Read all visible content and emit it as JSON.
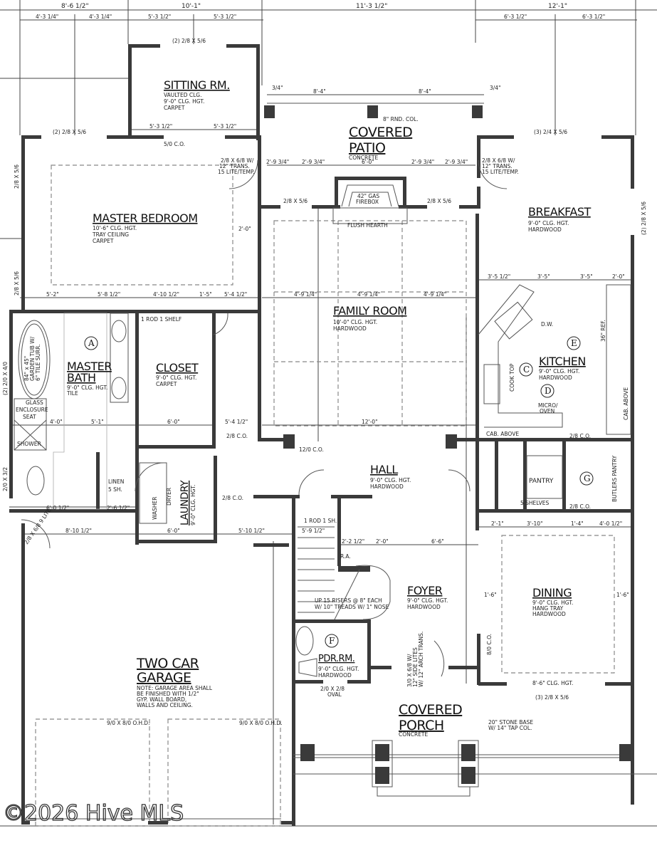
{
  "rooms": {
    "sitting": {
      "name": "SITTING RM.",
      "lines": [
        "VAULTED CLG.",
        "9'-0\" CLG. HGT.",
        "CARPET"
      ]
    },
    "patio": {
      "name1": "COVERED",
      "name2": "PATIO",
      "lines": [
        "CONCRETE"
      ]
    },
    "master_bedroom": {
      "name": "MASTER BEDROOM",
      "lines": [
        "10'-6\" CLG. HGT.",
        "TRAY CEILING",
        "CARPET"
      ]
    },
    "breakfast": {
      "name": "BREAKFAST",
      "lines": [
        "9'-0\" CLG. HGT.",
        "HARDWOOD"
      ]
    },
    "family_room": {
      "name": "FAMILY ROOM",
      "lines": [
        "10'-0\" CLG. HGT.",
        "HARDWOOD"
      ]
    },
    "master_bath": {
      "name1": "MASTER",
      "name2": "BATH",
      "lines": [
        "9'-0\" CLG. HGT.",
        "TILE"
      ]
    },
    "closet": {
      "name": "CLOSET",
      "lines": [
        "9'-0\" CLG. HGT.",
        "CARPET"
      ]
    },
    "kitchen": {
      "name": "KITCHEN",
      "lines": [
        "9'-0\" CLG. HGT.",
        "HARDWOOD"
      ]
    },
    "hall": {
      "name": "HALL",
      "lines": [
        "9'-0\" CLG. HGT.",
        "HARDWOOD"
      ]
    },
    "laundry": {
      "name": "LAUNDRY",
      "lines": [
        "9'-0\" CLG. HGT."
      ]
    },
    "pantry": {
      "name": "PANTRY",
      "lines": [
        "5 SHELVES"
      ]
    },
    "butlers": {
      "name": "BUTLERS PANTRY"
    },
    "foyer": {
      "name": "FOYER",
      "lines": [
        "9'-0\" CLG. HGT.",
        "HARDWOOD"
      ]
    },
    "dining": {
      "name": "DINING",
      "lines": [
        "9'-0\" CLG. HGT.",
        "HANG TRAY",
        "HARDWOOD"
      ]
    },
    "pdr": {
      "name": "PDR.RM.",
      "lines": [
        "9'-0\" CLG. HGT.",
        "HARDWOOD"
      ]
    },
    "garage": {
      "name1": "TWO CAR",
      "name2": "GARAGE",
      "lines": [
        "NOTE: GARAGE AREA SHALL",
        "BE FINISHED WITH 1/2\"",
        "GYP. WALL BOARD,",
        "WALLS AND CEILING."
      ]
    },
    "porch": {
      "name1": "COVERED",
      "name2": "PORCH",
      "lines": [
        "CONCRETE"
      ]
    }
  },
  "notes": {
    "rnd_col": "8\" RND. COL.",
    "firebox": [
      "42\" GAS",
      "FIREBOX"
    ],
    "hearth": "FLUSH HEARTH",
    "door_left": [
      "2/8 X 6/8 W/",
      "12\" TRANS.",
      "15 LITE/TEMP."
    ],
    "door_right": [
      "2/8 X 6/8 W/",
      "12\" TRANS.",
      "15 LITE/TEMP."
    ],
    "tub": [
      "84\" x 45\"",
      "GARDEN TUB W/",
      "6\" TILE SURR."
    ],
    "glass": "GLASS",
    "enclosure": "ENCLOSURE",
    "seat": "SEAT",
    "shower": "SHOWER",
    "linen": [
      "LINEN",
      "5 SH."
    ],
    "rod_shelf": "1 ROD 1 SHELF",
    "rod_sh": "1 ROD 1 SH.",
    "washer": "WASHER",
    "dryer": "DRYER",
    "dw": "D.W.",
    "ref": "36\" REF.",
    "cook_top": "COOK TOP",
    "micro": [
      "MICRO/",
      "OVEN"
    ],
    "cab_above": "CAB. ABOVE",
    "stairs": [
      "UP 15 RISERS @ 8\" EACH",
      "W/ 10\" TREADS W/ 1\" NOSE"
    ],
    "ra": "R.A.",
    "front_door": [
      "3/0 X 6/8 W/",
      "12\" SIDE LITES",
      "W/ 12\" ARCH TRANS."
    ],
    "oval": [
      "2/0 X 2/8",
      "OVAL"
    ],
    "dining_hgt": "8'-6\" CLG. HGT.",
    "stone_base": [
      "20\" STONE BASE",
      "W/ 14\" TAP COL."
    ],
    "ohd1": "9/0 X 8/0 O.H.D.",
    "ohd2": "9/0 X 8/0 O.H.D.",
    "co_50": "5/0 C.O.",
    "co_120": "12/0 C.O.",
    "co_28a": "2/8 C.O.",
    "co_28b": "2/8 C.O.",
    "co_28c": "2/8 C.O.",
    "co_28d": "2/8 C.O.",
    "co_80": "8/0 C.O."
  },
  "windows": {
    "sitting_top": "(2) 2/8 X 5/6",
    "bed_top": "(2) 2/8 X 5/6",
    "breakfast_top": "(3) 2/4 X 5/6",
    "breakfast_right": "(2) 2/8 X 5/6",
    "bed_left1": "2/8 X 5/6",
    "bed_left2": "2/8 X 5/6",
    "fire_left": "2/8 X 5/6",
    "fire_right": "2/8 X 5/6",
    "bath_left": "(2) 2/0 X 4/0",
    "wc_left": "2/0 X 3/2",
    "garage_door": "2/8 X 6/8 9 LITE",
    "dining_bottom": "(3) 2/8 X 5/6"
  },
  "dims": {
    "top1": [
      "8'-6 1/2\"",
      "10'-1\"",
      "11'-3 1/2\"",
      "12'-1\""
    ],
    "top2": [
      "4'-3 1/4\"",
      "4'-3 1/4\"",
      "5'-3 1/2\"",
      "5'-3 1/2\"",
      "6'-3 1/2\"",
      "6'-3 1/2\""
    ],
    "patio": [
      "8'-4\"",
      "8'-4\"",
      "3/4\"",
      "3/4\""
    ],
    "patio2": [
      "2'-9 3/4\"",
      "2'-9 3/4\"",
      "6'-0\"",
      "2'-9 3/4\"",
      "2'-9 3/4\""
    ],
    "sit_in": [
      "5'-3 1/2\"",
      "5'-3 1/2\""
    ],
    "bed_row": [
      "5'-2\"",
      "5'-8 1/2\"",
      "4'-10 1/2\"",
      "1'-5\"",
      "5'-4 1/2\""
    ],
    "fam_row": [
      "4'-9 1/4\"",
      "4'-9 1/4\"",
      "4'-9 1/4\""
    ],
    "kit_row": [
      "3'-5 1/2\"",
      "3'-5\"",
      "3'-5\"",
      "2'-0\""
    ],
    "fam_bot": "12'-0\"",
    "bath_row": [
      "4'-0\"",
      "5'-1\"",
      "6'-0\"",
      "5'-4 1/2\""
    ],
    "gar_row": [
      "6'-0 1/2\"",
      "2'-6 1/2\""
    ],
    "gar_row2": [
      "8'-10 1/2\"",
      "6'-0\"",
      "5'-10 1/2\"",
      "5'-9 1/2\""
    ],
    "din_row": [
      "2'-1\"",
      "3'-10\"",
      "1'-4\"",
      "4'-0 1/2\""
    ],
    "foyer_row": [
      "2'-2 1/2\"",
      "2'-0\"",
      "6'-6\""
    ],
    "din_side": [
      "1'-6\"",
      "1'-6\""
    ],
    "bed_2ft": "2'-0\""
  },
  "markers": [
    "A",
    "C",
    "D",
    "E",
    "F",
    "G"
  ],
  "watermark": "©2026 Hive MLS"
}
